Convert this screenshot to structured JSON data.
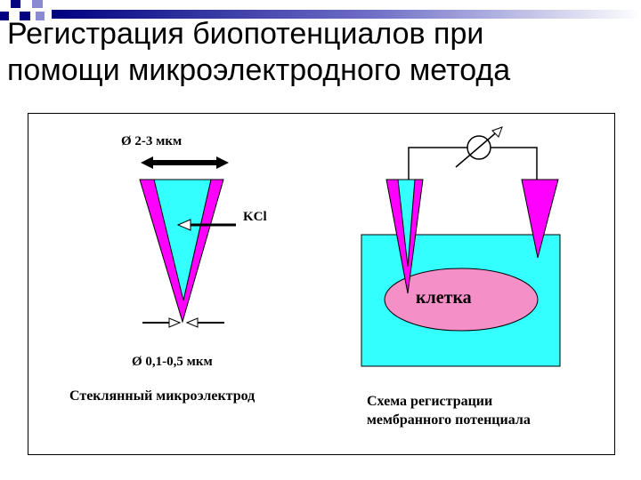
{
  "title": {
    "line1": "Регистрация биопотенциалов при",
    "line2": "помощи микроэлектродного метода"
  },
  "electrode": {
    "top_diameter": "Ø 2-3 мкм",
    "tip_diameter": "Ø 0,1-0,5 мкм",
    "fill_label": "KCl",
    "caption": "Стеклянный микроэлектрод"
  },
  "recording": {
    "cell_label": "клетка",
    "caption_line1": "Схема регистрации",
    "caption_line2": "мембранного потенциала"
  },
  "colors": {
    "glass": "#ff00ff",
    "solution": "#33ffff",
    "cell": "#f48fc8",
    "deco_dark": "#000080",
    "deco_mid": "#8a8ad0"
  },
  "icons": [
    "voltmeter-icon",
    "double-arrow-icon",
    "arrow-icon"
  ]
}
